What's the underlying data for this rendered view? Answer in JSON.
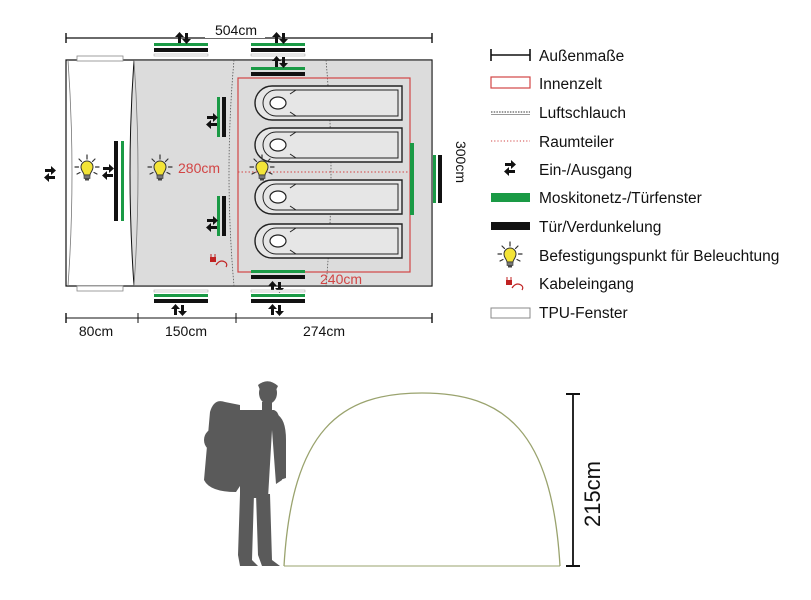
{
  "plan": {
    "total_length": "504cm",
    "width": "300cm",
    "inner_length": "240cm",
    "inner_width": "280cm",
    "segments": [
      "80cm",
      "150cm",
      "274cm"
    ]
  },
  "side_view": {
    "height": "215cm"
  },
  "legend": [
    {
      "icon": "dimension-line-icon",
      "label": "Außenmaße"
    },
    {
      "icon": "inner-tent-icon",
      "label": "Innenzelt"
    },
    {
      "icon": "air-tube-icon",
      "label": "Luftschlauch"
    },
    {
      "icon": "room-divider-icon",
      "label": "Raumteiler"
    },
    {
      "icon": "entrance-arrows-icon",
      "label": "Ein-/Ausgang"
    },
    {
      "icon": "mosquito-net-icon",
      "label": "Moskitonetz-/Türfenster"
    },
    {
      "icon": "door-blackout-icon",
      "label": "Tür/Verdunkelung"
    },
    {
      "icon": "light-bulb-icon",
      "label": "Befestigungspunkt für Beleuchtung"
    },
    {
      "icon": "cable-plug-icon",
      "label": "Kabeleingang"
    },
    {
      "icon": "tpu-window-icon",
      "label": "TPU-Fenster"
    }
  ],
  "colors": {
    "green": "#1a9a45",
    "black": "#111111",
    "red": "#d24545",
    "tent_fill": "#dcdcdc",
    "bulb": "#f3e437"
  }
}
